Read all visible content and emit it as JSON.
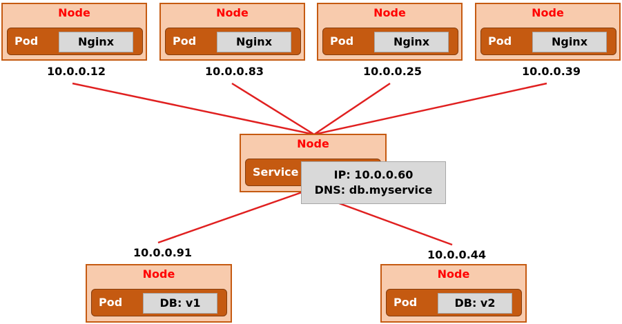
{
  "colors": {
    "node_fill": "#f8cbad",
    "node_border": "#c55a11",
    "node_title": "#ff0000",
    "pod_fill": "#c55a11",
    "box_fill": "#d9d9d9",
    "link": "#e02020"
  },
  "top_nodes": [
    {
      "title": "Node",
      "pod_label": "Pod",
      "app": "Nginx",
      "ip": "10.0.0.12"
    },
    {
      "title": "Node",
      "pod_label": "Pod",
      "app": "Nginx",
      "ip": "10.0.0.83"
    },
    {
      "title": "Node",
      "pod_label": "Pod",
      "app": "Nginx",
      "ip": "10.0.0.25"
    },
    {
      "title": "Node",
      "pod_label": "Pod",
      "app": "Nginx",
      "ip": "10.0.0.39"
    }
  ],
  "service_node": {
    "title": "Node",
    "service_label": "Service",
    "ip_line": "IP: 10.0.0.60",
    "dns_line": "DNS: db.myservice"
  },
  "bottom_nodes": [
    {
      "title": "Node",
      "pod_label": "Pod",
      "app": "DB: v1",
      "ip": "10.0.0.91"
    },
    {
      "title": "Node",
      "pod_label": "Pod",
      "app": "DB: v2",
      "ip": "10.0.0.44"
    }
  ]
}
